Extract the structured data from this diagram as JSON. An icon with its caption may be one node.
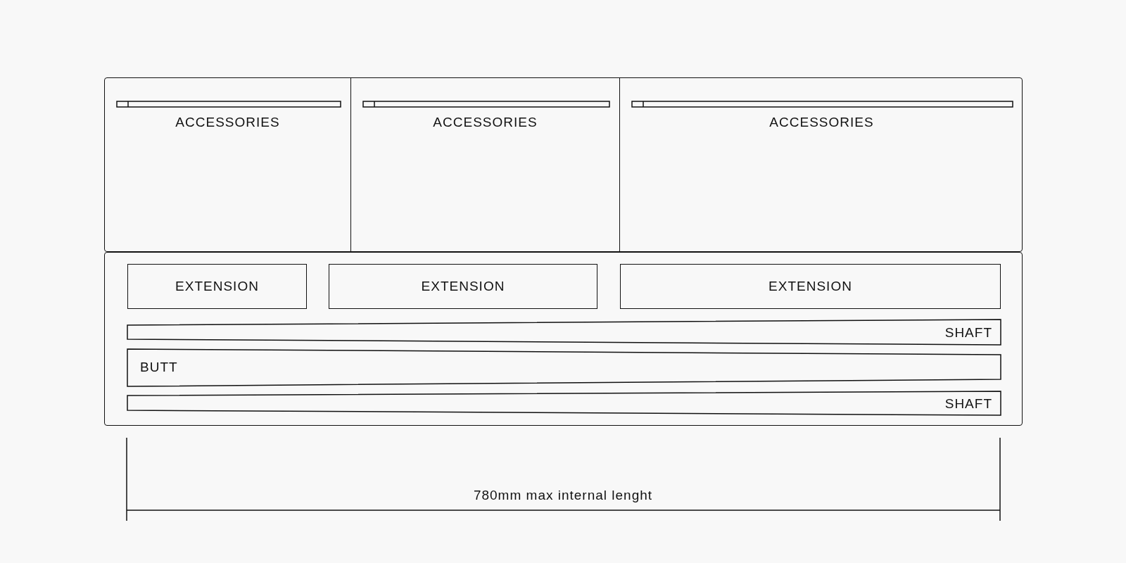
{
  "diagram": {
    "nodes": [
      {
        "text": [],
        "shape": "box"
      },
      {
        "text": [
          "ACCESSORIES"
        ],
        "in": 0
      },
      {
        "text": [
          "ACCESSORIES"
        ],
        "in": 0
      },
      {
        "text": [
          "ACCESSORIES"
        ],
        "in": 0
      },
      {
        "text": [],
        "shape": "box"
      },
      {
        "text": [
          "EXTENSION"
        ],
        "in": 4
      },
      {
        "text": [
          "EXTENSION"
        ],
        "in": 4
      },
      {
        "text": [
          "EXTENSION"
        ],
        "in": 4
      },
      {
        "text": [
          "SHAFT"
        ],
        "in": 4
      },
      {
        "text": [
          "BUTT"
        ],
        "in": 4
      },
      {
        "text": [
          "SHAFT"
        ],
        "in": 4
      }
    ],
    "labels": [
      "780mm max internal lenght"
    ]
  }
}
